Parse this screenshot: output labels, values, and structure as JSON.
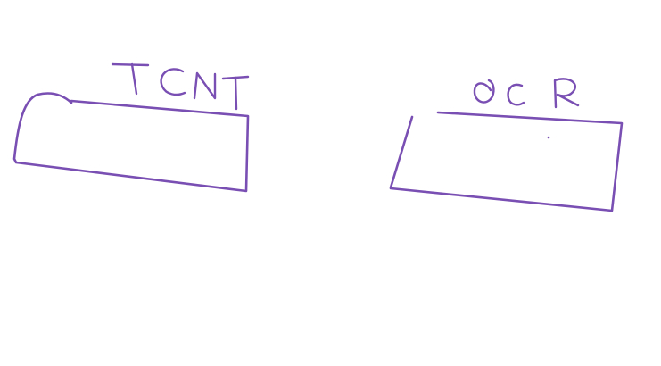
{
  "ink_color": "#7a4fb3",
  "boxes": [
    {
      "id": "left",
      "label": "TCNT"
    },
    {
      "id": "right",
      "label": "OCR"
    }
  ]
}
